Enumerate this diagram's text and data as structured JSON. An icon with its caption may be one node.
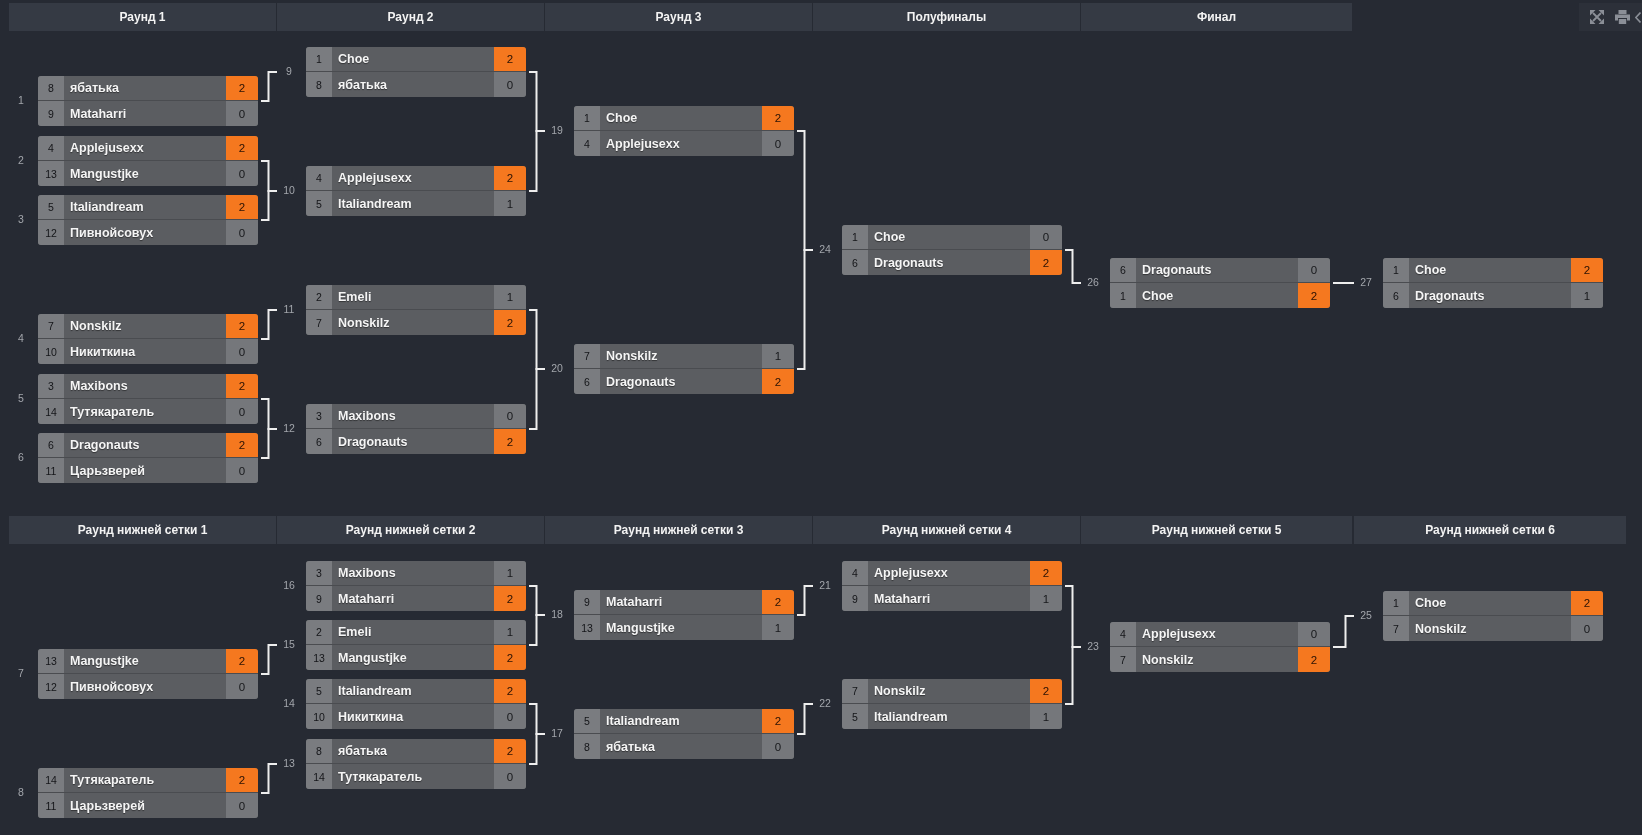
{
  "diagram": {
    "nodes": [
      {
        "text": [
          "Раунд 1"
        ]
      },
      {
        "text": [
          "Раунд 2"
        ]
      },
      {
        "text": [
          "Раунд 3"
        ]
      },
      {
        "text": [
          "Полуфиналы"
        ]
      },
      {
        "text": [
          "Финал"
        ]
      },
      {
        "text": [
          "8",
          "ябатька",
          "2",
          "9",
          "Mataharri",
          "0"
        ],
        "beside": [
          "1"
        ]
      },
      {
        "text": [
          "4",
          "Applejusexx",
          "2",
          "13",
          "Mangustjke",
          "0"
        ],
        "beside": [
          "2"
        ]
      },
      {
        "text": [
          "5",
          "Italiandream",
          "2",
          "12",
          "Пивнойсовух",
          "0"
        ],
        "beside": [
          "3"
        ]
      },
      {
        "text": [
          "7",
          "Nonskilz",
          "2",
          "10",
          "Никиткина",
          "0"
        ],
        "beside": [
          "4"
        ]
      },
      {
        "text": [
          "3",
          "Maxibons",
          "2",
          "14",
          "Тутякаратель",
          "0"
        ],
        "beside": [
          "5"
        ]
      },
      {
        "text": [
          "6",
          "Dragonauts",
          "2",
          "11",
          "Царьзверей",
          "0"
        ],
        "beside": [
          "6"
        ]
      },
      {
        "text": [
          "1",
          "Choe",
          "2",
          "8",
          "ябатька",
          "0"
        ],
        "beside": [
          "9"
        ]
      },
      {
        "text": [
          "4",
          "Applejusexx",
          "2",
          "5",
          "Italiandream",
          "1"
        ],
        "beside": [
          "10"
        ]
      },
      {
        "text": [
          "2",
          "Emeli",
          "1",
          "7",
          "Nonskilz",
          "2"
        ],
        "beside": [
          "11"
        ]
      },
      {
        "text": [
          "3",
          "Maxibons",
          "0",
          "6",
          "Dragonauts",
          "2"
        ],
        "beside": [
          "12"
        ]
      },
      {
        "text": [
          "1",
          "Choe",
          "2",
          "4",
          "Applejusexx",
          "0"
        ],
        "beside": [
          "19"
        ]
      },
      {
        "text": [
          "7",
          "Nonskilz",
          "1",
          "6",
          "Dragonauts",
          "2"
        ],
        "beside": [
          "20"
        ]
      },
      {
        "text": [
          "1",
          "Choe",
          "0",
          "6",
          "Dragonauts",
          "2"
        ],
        "beside": [
          "24"
        ]
      },
      {
        "text": [
          "6",
          "Dragonauts",
          "0",
          "1",
          "Choe",
          "2"
        ],
        "beside": [
          "26"
        ]
      },
      {
        "text": [
          "1",
          "Choe",
          "2",
          "6",
          "Dragonauts",
          "1"
        ],
        "beside": [
          "27"
        ]
      },
      {
        "text": [
          "Раунд нижней сетки 1"
        ]
      },
      {
        "text": [
          "Раунд нижней сетки 2"
        ]
      },
      {
        "text": [
          "Раунд нижней сетки 3"
        ]
      },
      {
        "text": [
          "Раунд нижней сетки 4"
        ]
      },
      {
        "text": [
          "Раунд нижней сетки 5"
        ]
      },
      {
        "text": [
          "Раунд нижней сетки 6"
        ]
      },
      {
        "text": [
          "13",
          "Mangustjke",
          "2",
          "12",
          "Пивнойсовух",
          "0"
        ],
        "beside": [
          "7"
        ]
      },
      {
        "text": [
          "14",
          "Тутякаратель",
          "2",
          "11",
          "Царьзверей",
          "0"
        ],
        "beside": [
          "8"
        ]
      },
      {
        "text": [
          "3",
          "Maxibons",
          "1",
          "9",
          "Mataharri",
          "2"
        ],
        "beside": [
          "16"
        ]
      },
      {
        "text": [
          "2",
          "Emeli",
          "1",
          "13",
          "Mangustjke",
          "2"
        ],
        "beside": [
          "15"
        ]
      },
      {
        "text": [
          "5",
          "Italiandream",
          "2",
          "10",
          "Никиткина",
          "0"
        ],
        "beside": [
          "14"
        ]
      },
      {
        "text": [
          "8",
          "ябатька",
          "2",
          "14",
          "Тутякаратель",
          "0"
        ],
        "beside": [
          "13"
        ]
      },
      {
        "text": [
          "9",
          "Mataharri",
          "2",
          "13",
          "Mangustjke",
          "1"
        ],
        "beside": [
          "18"
        ]
      },
      {
        "text": [
          "5",
          "Italiandream",
          "2",
          "8",
          "ябатька",
          "0"
        ],
        "beside": [
          "17"
        ]
      },
      {
        "text": [
          "4",
          "Applejusexx",
          "2",
          "9",
          "Mataharri",
          "1"
        ],
        "beside": [
          "21"
        ]
      },
      {
        "text": [
          "7",
          "Nonskilz",
          "2",
          "5",
          "Italiandream",
          "1"
        ],
        "beside": [
          "22"
        ]
      },
      {
        "text": [
          "4",
          "Applejusexx",
          "0",
          "7",
          "Nonskilz",
          "2"
        ],
        "beside": [
          "23"
        ]
      },
      {
        "text": [
          "1",
          "Choe",
          "2",
          "7",
          "Nonskilz",
          "0"
        ],
        "beside": [
          "25"
        ]
      }
    ],
    "edges": [
      {
        "from": 5,
        "to": 11,
        "arrow": "none"
      },
      {
        "from": 6,
        "to": 12,
        "arrow": "none"
      },
      {
        "from": 7,
        "to": 12,
        "arrow": "none"
      },
      {
        "from": 8,
        "to": 13,
        "arrow": "none"
      },
      {
        "from": 9,
        "to": 14,
        "arrow": "none"
      },
      {
        "from": 10,
        "to": 14,
        "arrow": "none"
      },
      {
        "from": 11,
        "to": 15,
        "arrow": "none"
      },
      {
        "from": 12,
        "to": 15,
        "arrow": "none"
      },
      {
        "from": 13,
        "to": 16,
        "arrow": "none"
      },
      {
        "from": 14,
        "to": 16,
        "arrow": "none"
      },
      {
        "from": 15,
        "to": 17,
        "arrow": "none"
      },
      {
        "from": 16,
        "to": 17,
        "arrow": "none"
      },
      {
        "from": 17,
        "to": 18,
        "arrow": "none"
      },
      {
        "from": 18,
        "to": 19,
        "arrow": "none"
      },
      {
        "from": 26,
        "to": 29,
        "arrow": "none"
      },
      {
        "from": 27,
        "to": 31,
        "arrow": "none"
      },
      {
        "from": 28,
        "to": 32,
        "arrow": "none"
      },
      {
        "from": 29,
        "to": 32,
        "arrow": "none"
      },
      {
        "from": 30,
        "to": 33,
        "arrow": "none"
      },
      {
        "from": 31,
        "to": 33,
        "arrow": "none"
      },
      {
        "from": 32,
        "to": 34,
        "arrow": "none"
      },
      {
        "from": 33,
        "to": 35,
        "arrow": "none"
      },
      {
        "from": 34,
        "to": 36,
        "arrow": "none"
      },
      {
        "from": 35,
        "to": 36,
        "arrow": "none"
      },
      {
        "from": 36,
        "to": 37,
        "arrow": "none"
      }
    ]
  }
}
